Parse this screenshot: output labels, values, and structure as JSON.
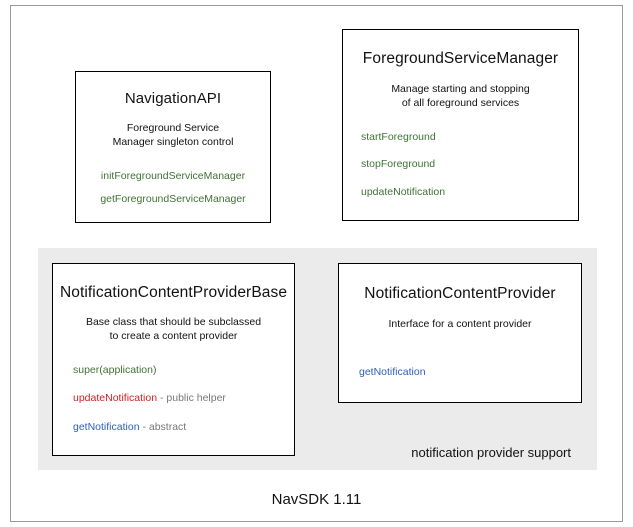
{
  "diagram": {
    "footer_caption": "NavSDK 1.11",
    "group_panel": {
      "caption": "notification provider support",
      "background": "#ebebeb"
    },
    "colors": {
      "green": "#3f7335",
      "red": "#cc2222",
      "blue": "#2d5fb9",
      "note_gray": "#787878",
      "text": "#111111",
      "box_border": "#000000",
      "frame_border": "#9a9a9a",
      "panel_bg": "#ebebeb",
      "page_bg": "#ffffff"
    },
    "boxes": [
      {
        "id": "navigation-api",
        "title": "NavigationAPI",
        "description_lines": [
          "Foreground Service",
          "Manager singleton control"
        ],
        "methods": [
          {
            "name": "initForegroundServiceManager",
            "color": "green",
            "note": ""
          },
          {
            "name": "getForegroundServiceManager",
            "color": "green",
            "note": ""
          }
        ]
      },
      {
        "id": "foreground-service-manager",
        "title": "ForegroundServiceManager",
        "description_lines": [
          "Manage starting and stopping",
          "of all foreground services"
        ],
        "methods": [
          {
            "name": "startForeground",
            "color": "green",
            "note": ""
          },
          {
            "name": "stopForeground",
            "color": "green",
            "note": ""
          },
          {
            "name": "updateNotification",
            "color": "green",
            "note": ""
          }
        ]
      },
      {
        "id": "notification-content-provider-base",
        "title": "NotificationContentProviderBase",
        "description_lines": [
          "Base class that should be subclassed",
          "to create a content provider"
        ],
        "methods": [
          {
            "name": "super(application)",
            "color": "green",
            "note": ""
          },
          {
            "name": "updateNotification",
            "color": "red",
            "note": " - public helper"
          },
          {
            "name": "getNotification",
            "color": "blue",
            "note": " - abstract"
          }
        ]
      },
      {
        "id": "notification-content-provider",
        "title": "NotificationContentProvider",
        "description_lines": [
          "Interface for a content provider"
        ],
        "methods": [
          {
            "name": "getNotification",
            "color": "blue",
            "note": ""
          }
        ]
      }
    ]
  }
}
